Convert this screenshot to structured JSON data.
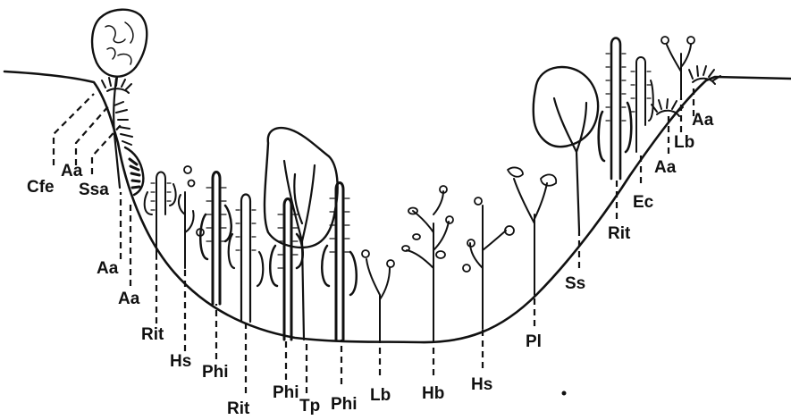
{
  "diagram": {
    "labels": {
      "cfe": "Cfe",
      "aa_top_left": "Aa",
      "ssa": "Ssa",
      "aa_left_1": "Aa",
      "aa_left_2": "Aa",
      "rit_left": "Rit",
      "hs_left": "Hs",
      "phi_1": "Phi",
      "rit_bottom": "Rit",
      "phi_2": "Phi",
      "tp": "Tp",
      "phi_3": "Phi",
      "lb_bottom": "Lb",
      "hb": "Hb",
      "hs_right": "Hs",
      "pl": "Pl",
      "ss": "Ss",
      "rit_right": "Rit",
      "ec": "Ec",
      "aa_right_1": "Aa",
      "lb_right": "Lb",
      "aa_right_2": "Aa"
    }
  }
}
